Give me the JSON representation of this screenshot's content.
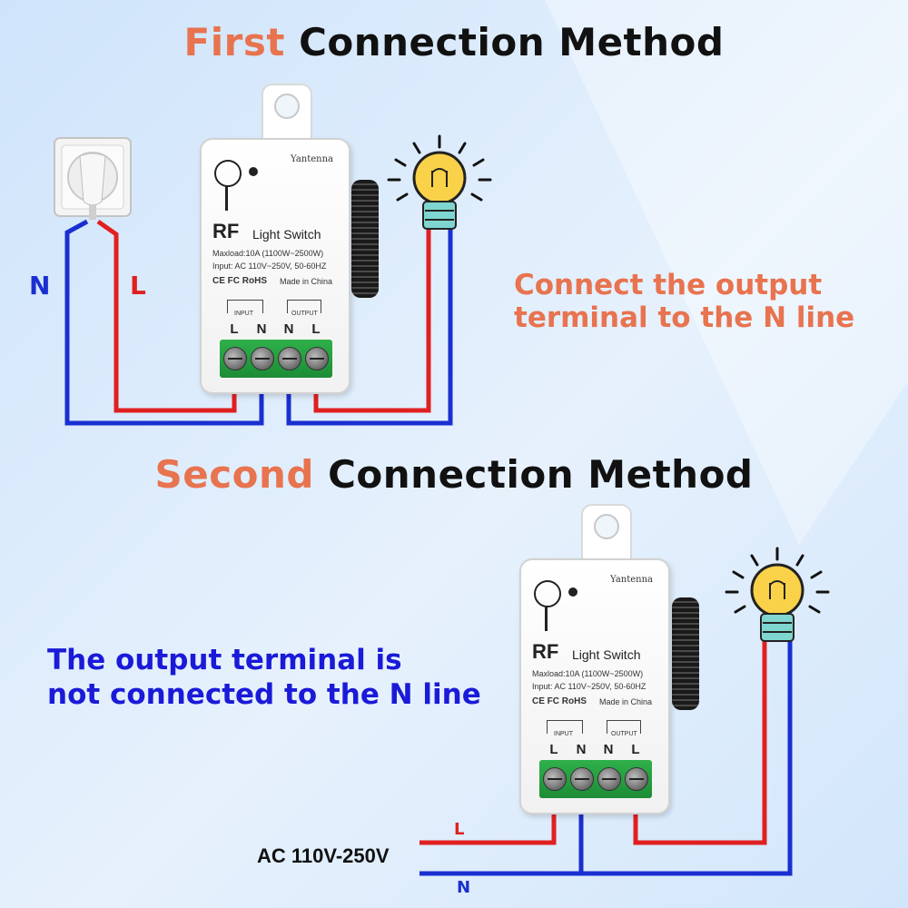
{
  "headings": {
    "first": {
      "accent": "First",
      "rest": "Connection Method"
    },
    "second": {
      "accent": "Second",
      "rest": "Connection Method"
    }
  },
  "notes": {
    "first": [
      "Connect the output",
      "terminal to the N line"
    ],
    "second": [
      "The output terminal is",
      "not connected to the N line"
    ]
  },
  "wire_labels": {
    "first_N": "N",
    "first_L": "L",
    "second_L": "L",
    "second_N": "N",
    "supply": "AC 110V-250V"
  },
  "module": {
    "antenna": "antenna",
    "brand": "RF",
    "product": "Light Switch",
    "maxload": "Maxload:10A (1100W~2500W)",
    "input": "Input: AC 110V~250V, 50-60HZ",
    "certs": "CE FC RoHS",
    "made_in": "Made in China",
    "input_label": "INPUT",
    "output_label": "OUTPUT",
    "terminals": [
      "L",
      "N",
      "N",
      "L"
    ]
  },
  "colors": {
    "accent": "#e8734f",
    "live_wire": "#e02020",
    "neutral_wire": "#1a2fd0",
    "note_blue": "#1a1ad8",
    "terminal_green": "#1d8c36",
    "background": "#dcebfb"
  },
  "icons": [
    "wall-socket-icon",
    "light-bulb-icon",
    "antenna-coil-icon",
    "terminal-screw-icon"
  ]
}
